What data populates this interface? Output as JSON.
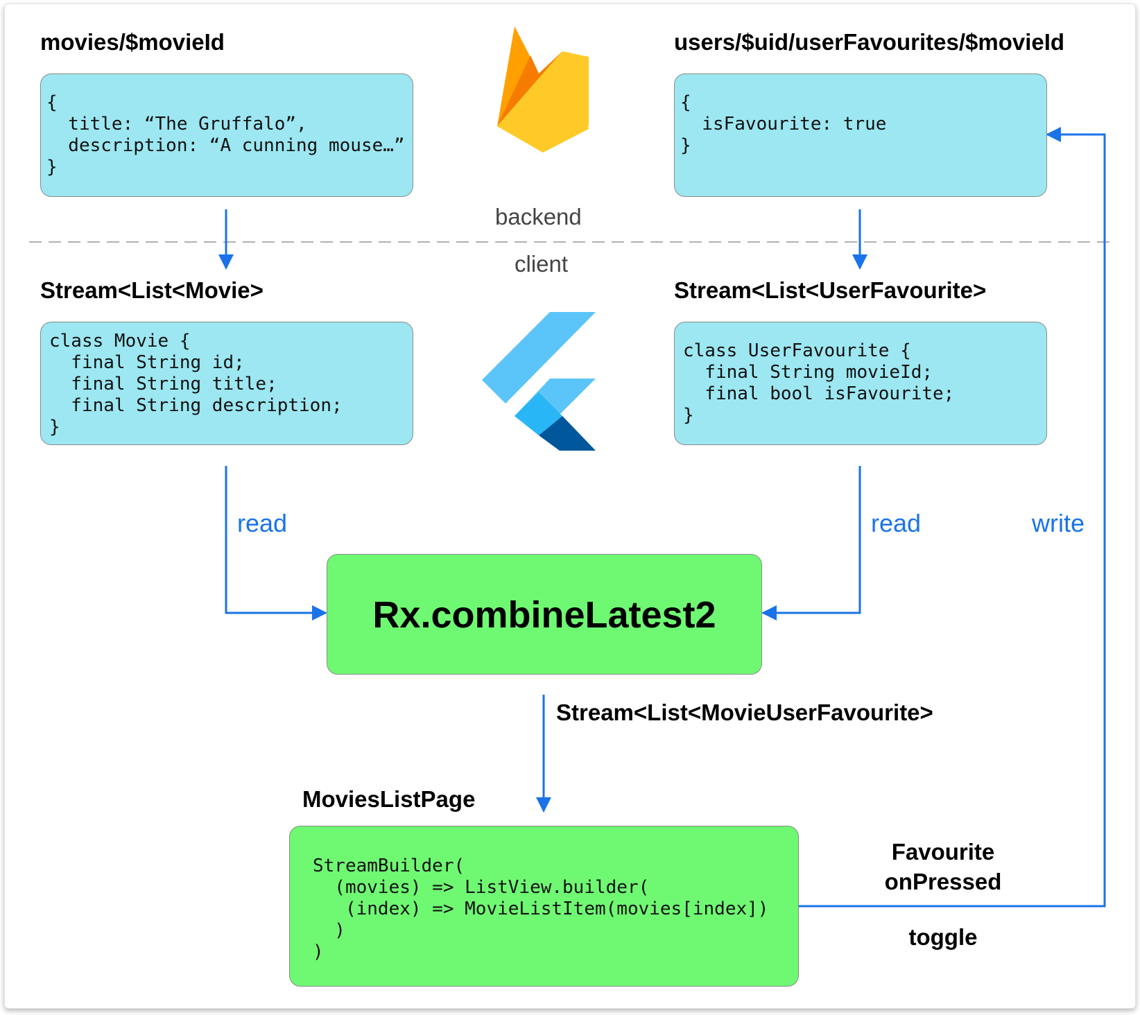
{
  "backend": {
    "movies_path": "movies/$movieId",
    "movies_json": "{\n  title: “The Gruffalo”,\n  description: “A cunning mouse…”\n}",
    "favourites_path": "users/$uid/userFavourites/$movieId",
    "favourites_json": "{\n  isFavourite: true\n}"
  },
  "divider": {
    "backend_label": "backend",
    "client_label": "client"
  },
  "client": {
    "movie_stream": "Stream<List<Movie>",
    "movie_class": "class Movie {\n  final String id;\n  final String title;\n  final String description;\n}",
    "favourite_stream": "Stream<List<UserFavourite>",
    "favourite_class": "class UserFavourite {\n  final String movieId;\n  final bool isFavourite;\n}"
  },
  "edges": {
    "read_left": "read",
    "read_right": "read",
    "write": "write"
  },
  "combine": {
    "label": "Rx.combineLatest2",
    "output_stream": "Stream<List<MovieUserFavourite>"
  },
  "page": {
    "title": "MoviesListPage",
    "code": "StreamBuilder(\n  (movies) => ListView.builder(\n   (index) => MovieListItem(movies[index])\n  )\n)"
  },
  "toggle": {
    "line1": "Favourite",
    "line2": "onPressed",
    "line3": "toggle"
  },
  "icons": {
    "backend_logo": "firebase-icon",
    "client_logo": "flutter-icon"
  },
  "colors": {
    "cyan_box": "#9ce7f1",
    "green_box": "#6ff872",
    "arrow": "#1a73e8"
  }
}
